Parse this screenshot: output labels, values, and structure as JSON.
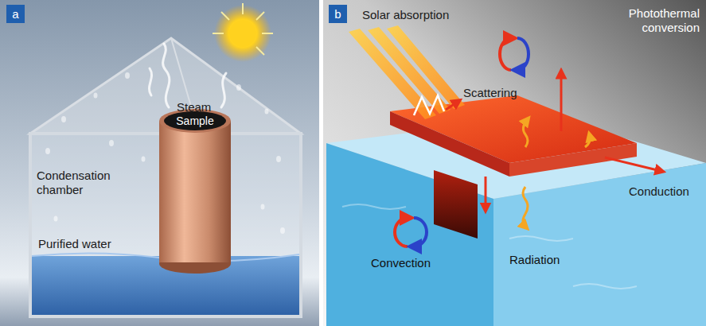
{
  "diagram": {
    "nodes": [
      {
        "text": [
          "a"
        ]
      },
      {
        "text": [
          "b"
        ]
      }
    ],
    "labels": [
      "Steam",
      "Condensation chamber",
      "Sample",
      "Purified water",
      "Solar absorption",
      "Scattering",
      "Photothermal conversion",
      "Conduction",
      "Convection",
      "Radiation"
    ]
  }
}
